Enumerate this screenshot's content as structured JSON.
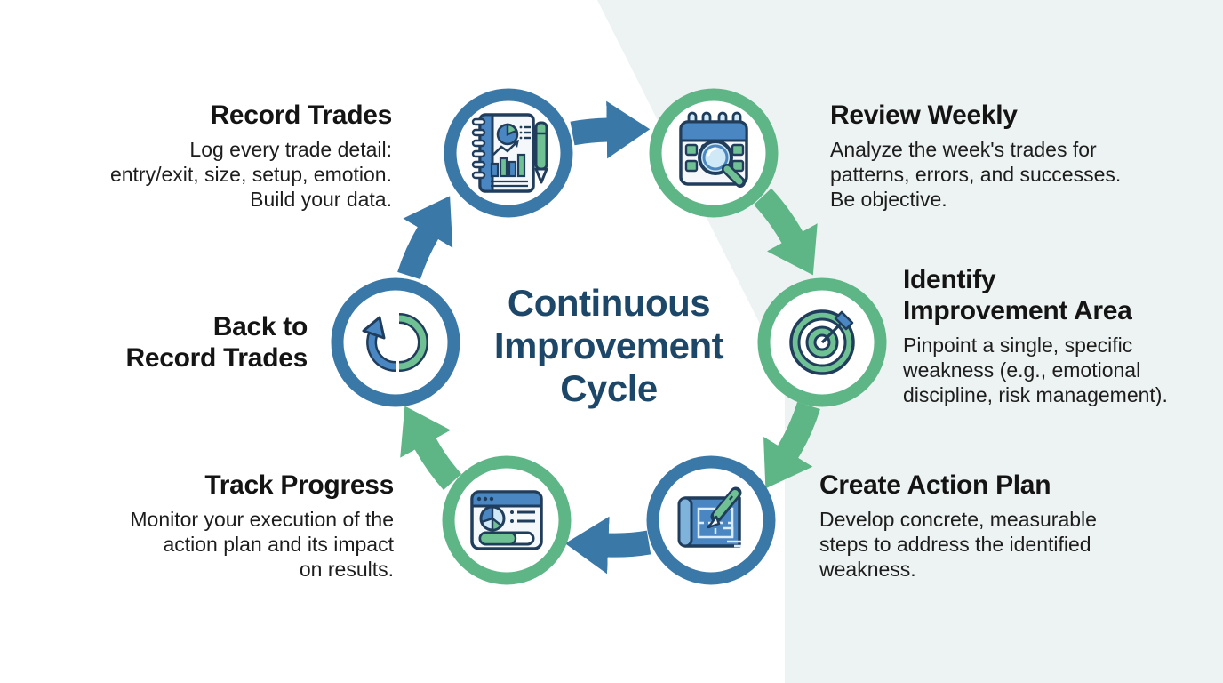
{
  "center": {
    "title_lines": [
      "Continuous",
      "Improvement",
      "Cycle"
    ]
  },
  "colors": {
    "arrow_blue": "#3a78a7",
    "arrow_green": "#5eb586",
    "title_navy": "#1d4768",
    "panel_tint": "#edf3f2",
    "body_text": "#1d1d1d",
    "icon_outline": "#203d5c",
    "icon_blue": "#4a87c2",
    "icon_green": "#6fc093",
    "icon_light_blue": "#cfe9f6"
  },
  "steps": [
    {
      "id": "record-trades",
      "title_lines": [
        "Record Trades"
      ],
      "desc_lines": [
        "Log every trade detail:",
        "entry/exit, size, setup, emotion.",
        "Build your data."
      ],
      "icon": "notebook-chart-icon",
      "ring_color": "blue"
    },
    {
      "id": "review-weekly",
      "title_lines": [
        "Review Weekly"
      ],
      "desc_lines": [
        "Analyze the week's trades for",
        "patterns, errors, and successes.",
        "Be objective."
      ],
      "icon": "calendar-magnifier-icon",
      "ring_color": "green"
    },
    {
      "id": "identify-improvement-area",
      "title_lines": [
        "Identify",
        "Improvement Area"
      ],
      "desc_lines": [
        "Pinpoint a single, specific",
        "weakness (e.g., emotional",
        "discipline, risk management)."
      ],
      "icon": "target-dart-icon",
      "ring_color": "green"
    },
    {
      "id": "create-action-plan",
      "title_lines": [
        "Create Action Plan"
      ],
      "desc_lines": [
        "Develop concrete, measurable",
        "steps to address the identified",
        "weakness."
      ],
      "icon": "blueprint-pencil-icon",
      "ring_color": "blue"
    },
    {
      "id": "track-progress",
      "title_lines": [
        "Track Progress"
      ],
      "desc_lines": [
        "Monitor your execution of the",
        "action plan and its impact",
        "on results."
      ],
      "icon": "dashboard-pie-icon",
      "ring_color": "green"
    },
    {
      "id": "back-to-record-trades",
      "title_lines": [
        "Back to",
        "Record Trades"
      ],
      "desc_lines": [],
      "icon": "cycle-arrow-icon",
      "ring_color": "blue"
    }
  ]
}
